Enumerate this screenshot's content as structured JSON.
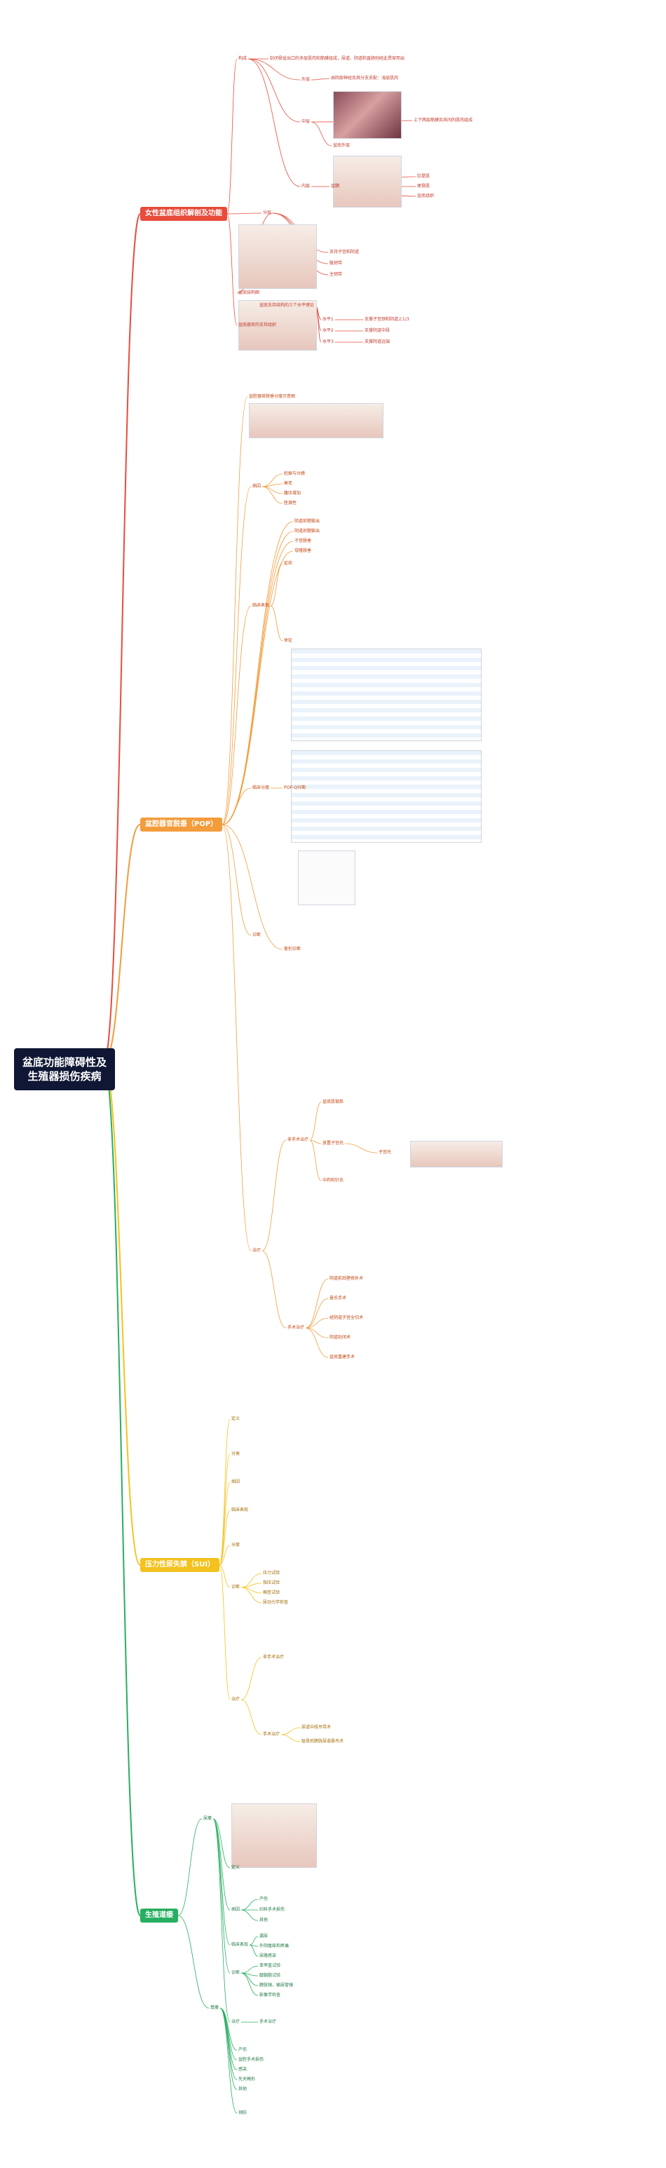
{
  "title": "盆底功能障碍性及生殖器损伤疾病",
  "colors": {
    "root": "#0f1734",
    "b1": "#e74c3c",
    "b2": "#f39c3c",
    "b3": "#f4c21f",
    "b4": "#27ae60"
  },
  "branches": [
    {
      "label": "女性盆底组织解剖及功能"
    },
    {
      "label": "盆腔器官脱垂（POP）"
    },
    {
      "label": "压力性尿失禁（SUI）"
    },
    {
      "label": "生殖道瘘"
    }
  ],
  "nodes": [
    {
      "t": "构成"
    },
    {
      "t": "封闭骨盆出口的多层肌肉和筋膜组成，尿道、阴道和直肠则经此贯穿而出"
    },
    {
      "t": "外层"
    },
    {
      "t": "由阴部神经及其分支支配：浅层肌肉"
    },
    {
      "t": "中层"
    },
    {
      "t": "上下两层筋膜及其间的肌肉组成"
    },
    {
      "t": "盆底外层"
    },
    {
      "t": "内层"
    },
    {
      "t": "盆膈"
    },
    {
      "t": "肛提肌"
    },
    {
      "t": "尾骨肌"
    },
    {
      "t": "盆底组织"
    },
    {
      "t": "分层"
    },
    {
      "t": "支持子宫和阴道"
    },
    {
      "t": "盆底结构图"
    },
    {
      "t": "骶韧带"
    },
    {
      "t": "主韧带"
    },
    {
      "t": "盆底器官的支持组织"
    },
    {
      "t": "盆底支持结构的三个水平理论"
    },
    {
      "t": "水平1"
    },
    {
      "t": "支撑子宫颈和阴道上1/3"
    },
    {
      "t": "水平2"
    },
    {
      "t": "支撑阴道中段"
    },
    {
      "t": "水平3"
    },
    {
      "t": "支撑阴道远端"
    },
    {
      "t": "盆腔器官脱垂分度示意图"
    },
    {
      "t": "病因"
    },
    {
      "t": "妊娠与分娩"
    },
    {
      "t": "衰老"
    },
    {
      "t": "腹压增加"
    },
    {
      "t": "医源性"
    },
    {
      "t": "阴道前壁膨出"
    },
    {
      "t": "阴道后壁膨出"
    },
    {
      "t": "子宫脱垂"
    },
    {
      "t": "穹隆脱垂"
    },
    {
      "t": "临床表现"
    },
    {
      "t": "症状"
    },
    {
      "t": "体征"
    },
    {
      "t": "临床分度"
    },
    {
      "t": "POP-Q分期"
    },
    {
      "t": "诊断"
    },
    {
      "t": "鉴别诊断"
    },
    {
      "t": "治疗"
    },
    {
      "t": "非手术治疗"
    },
    {
      "t": "手术治疗"
    },
    {
      "t": "盆底肌锻炼"
    },
    {
      "t": "放置子宫托"
    },
    {
      "t": "中药和针灸"
    },
    {
      "t": "子宫托"
    },
    {
      "t": "阴道前后壁修补术"
    },
    {
      "t": "曼氏手术"
    },
    {
      "t": "经阴道子宫全切术"
    },
    {
      "t": "阴道封闭术"
    },
    {
      "t": "盆底重建手术"
    },
    {
      "t": "定义"
    },
    {
      "t": "分类"
    },
    {
      "t": "病因"
    },
    {
      "t": "临床表现"
    },
    {
      "t": "分度"
    },
    {
      "t": "诊断"
    },
    {
      "t": "压力试验"
    },
    {
      "t": "指压试验"
    },
    {
      "t": "棉签试验"
    },
    {
      "t": "尿动力学检查"
    },
    {
      "t": "治疗"
    },
    {
      "t": "非手术治疗"
    },
    {
      "t": "手术治疗"
    },
    {
      "t": "尿道中段吊带术"
    },
    {
      "t": "耻骨后膀胱尿道悬吊术"
    },
    {
      "t": "尿瘘"
    },
    {
      "t": "粪瘘"
    },
    {
      "t": "定义"
    },
    {
      "t": "病因"
    },
    {
      "t": "产伤"
    },
    {
      "t": "妇科手术损伤"
    },
    {
      "t": "其他"
    },
    {
      "t": "临床表现"
    },
    {
      "t": "漏尿"
    },
    {
      "t": "外阴瘙痒和疼痛"
    },
    {
      "t": "尿路感染"
    },
    {
      "t": "诊断"
    },
    {
      "t": "亚甲蓝试验"
    },
    {
      "t": "靛胭脂试验"
    },
    {
      "t": "膀胱镜、输尿管镜"
    },
    {
      "t": "影像学检查"
    },
    {
      "t": "治疗"
    },
    {
      "t": "手术治疗"
    },
    {
      "t": "产伤"
    },
    {
      "t": "盆腔手术损伤"
    },
    {
      "t": "感染"
    },
    {
      "t": "先天畸形"
    },
    {
      "t": "其他"
    },
    {
      "t": "预防"
    }
  ]
}
